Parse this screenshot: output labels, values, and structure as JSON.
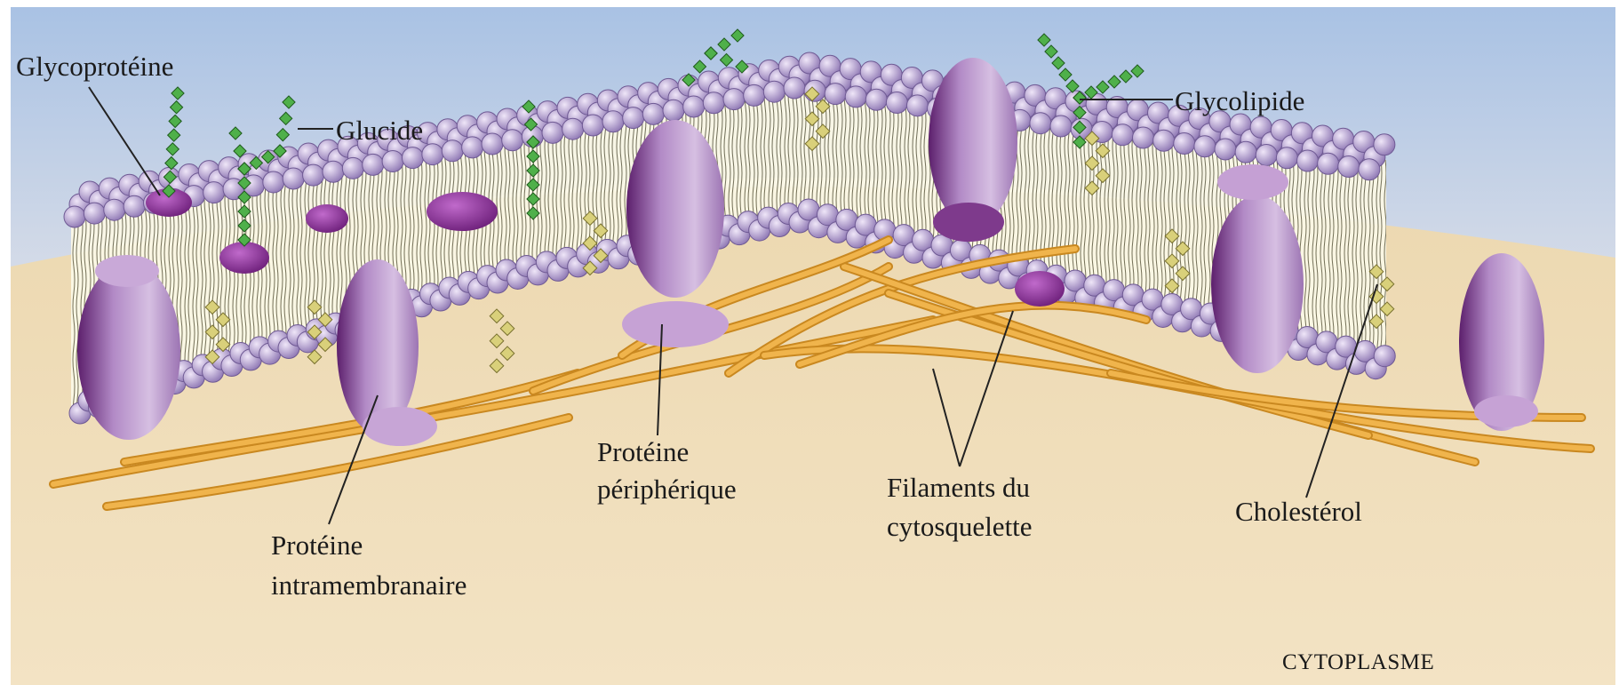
{
  "labels": {
    "glycoproteine": "Glycoprotéine",
    "glucide": "Glucide",
    "glycolipide": "Glycolipide",
    "proteine_intra_line1": "Protéine",
    "proteine_intra_line2": "intramembranaire",
    "proteine_peri_line1": "Protéine",
    "proteine_peri_line2": "périphérique",
    "filaments_line1": "Filaments du",
    "filaments_line2": "cytosquelette",
    "cholesterol": "Cholestérol",
    "cytoplasme": "CYTOPLASME"
  },
  "colors": {
    "sky": "#b9cde6",
    "cytoplasm": "#f0dcb6",
    "phospholipid_head": "#c9b8e0",
    "protein": "#b48cc8",
    "protein_dark": "#6b2a78",
    "filament": "#e8a73a",
    "glucide_chain": "#3f9a3c",
    "cholesterol": "#d9d07a"
  }
}
